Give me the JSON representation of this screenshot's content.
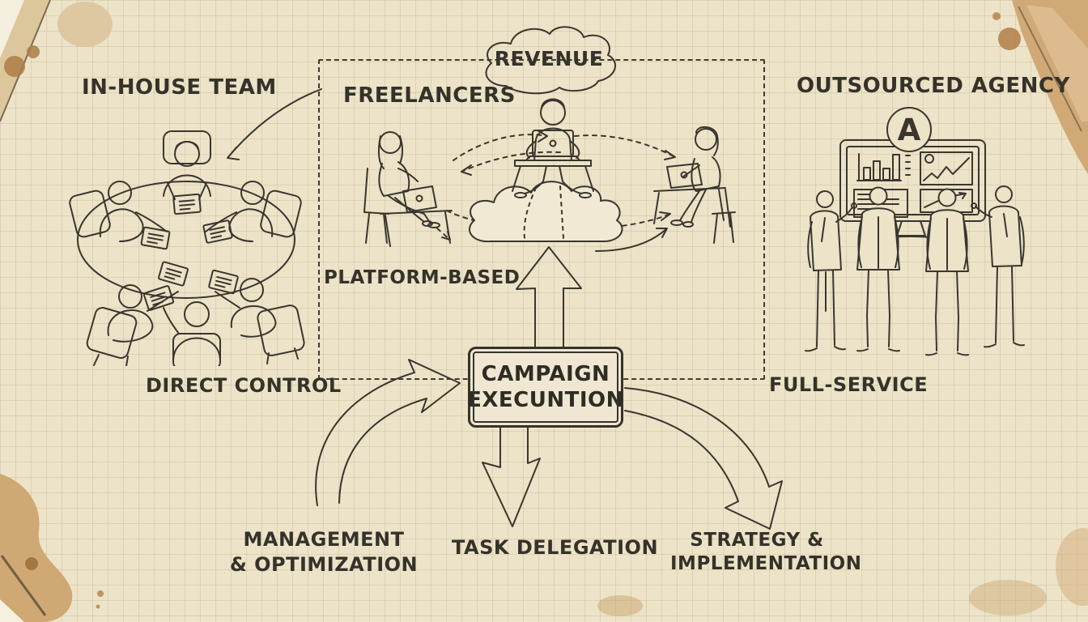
{
  "palette": {
    "paper": "#ece3c8",
    "ink": "#3a362e",
    "cloud_fill": "#f1e9d3",
    "stain": "#cfa873",
    "stain_dark": "#ad7c46"
  },
  "sections": {
    "in_house": {
      "title": "IN-HOUSE TEAM",
      "caption": "DIRECT CONTROL",
      "illustration": "round-table-meeting"
    },
    "freelancers": {
      "title": "FREELANCERS",
      "caption": "PLATFORM-BASED",
      "cloud_label": "REVENUE",
      "illustration": "remote-workers-network"
    },
    "agency": {
      "title": "OUTSOURCED AGENCY",
      "caption": "FULL-SERVICE",
      "badge_letter": "A",
      "illustration": "team-dashboard-review"
    }
  },
  "center": {
    "box_line1": "CAMPAIGN",
    "box_line2": "EXECUNTION"
  },
  "outcomes": {
    "left": {
      "line1": "MANAGEMENT",
      "line2": "& OPTIMIZATION"
    },
    "middle": {
      "line1": "TASK DELEGATION"
    },
    "right": {
      "line1": "STRATEGY &",
      "line2": "IMPLEMENTATION"
    }
  }
}
